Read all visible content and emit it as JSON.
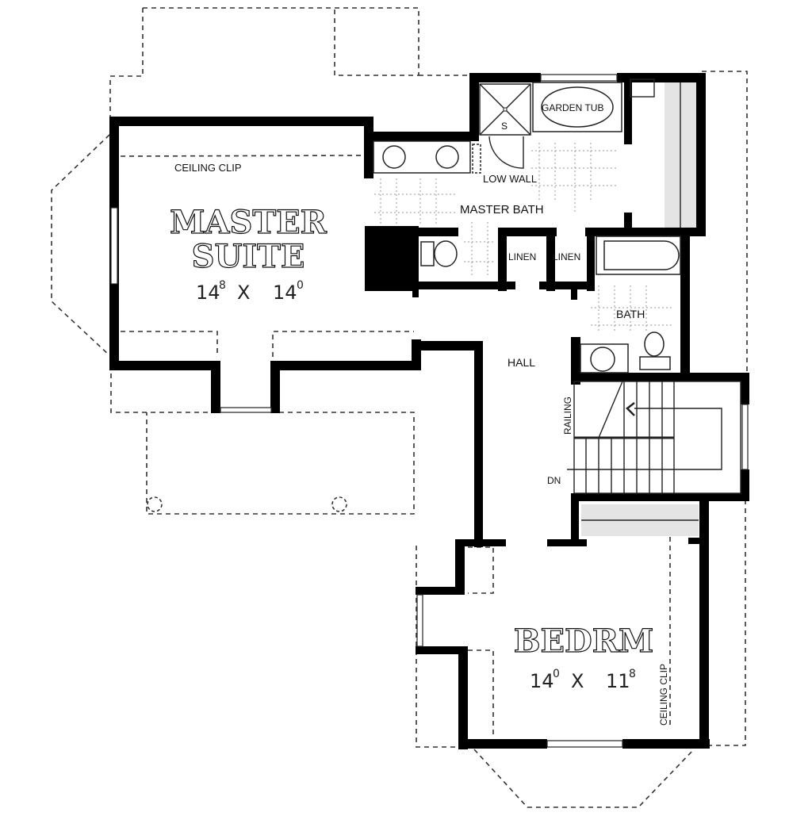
{
  "plan": {
    "rooms": {
      "master_suite": {
        "name_line1": "MASTER",
        "name_line2": "SUITE",
        "dim_w": "14",
        "dim_w_sup": "8",
        "dim_x": "X",
        "dim_h": "14",
        "dim_h_sup": "0"
      },
      "master_bath": {
        "name": "MASTER BATH"
      },
      "bath": {
        "name": "BATH"
      },
      "hall": {
        "name": "HALL"
      },
      "bedroom": {
        "name": "BEDRM",
        "dim_w": "14",
        "dim_w_sup": "0",
        "dim_x": "X",
        "dim_h": "11",
        "dim_h_sup": "8"
      }
    },
    "annotations": {
      "ceiling_clip_master": "CEILING CLIP",
      "ceiling_clip_bedroom": "CEILING CLIP",
      "garden_tub": "GARDEN TUB",
      "shower": "S",
      "low_wall": "LOW WALL",
      "linen_1": "LINEN",
      "linen_2": "LINEN",
      "railing": "RAILING",
      "stairs_down": "DN"
    },
    "colors": {
      "wall": "#000000",
      "background": "#ffffff",
      "dashed": "#333333"
    }
  }
}
